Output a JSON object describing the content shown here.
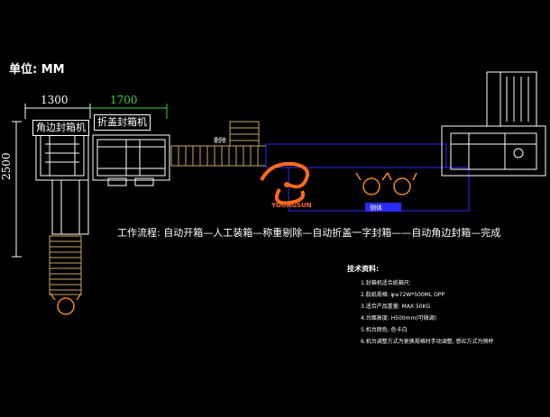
{
  "unit_label": "单位: MM",
  "dimensions": {
    "width_left": "1300",
    "width_folder": "1700",
    "height_left": "2500"
  },
  "machines": {
    "corner_sealer": "角边封箱机",
    "flap_folder_sealer": "折盖封箱机",
    "reject_label": "剔除",
    "side_label": "侧体"
  },
  "brand": {
    "name": "YOUNGSUN"
  },
  "process_text": "工作流程: 自动开箱—人工装箱—称重剔除—自动折盖一字封箱——自动角边封箱—完成",
  "tech": {
    "title": "技术资料:",
    "items": [
      "1.封箱机适合纸箱尺:",
      "2.胶纸规格: φ≤72W*500ML OPP",
      "3.适合产品重量: MAX 50KG",
      "4.台面高度: H500mm(可微调)",
      "5.机台颜色: 色卡白",
      "6.机台调整方式为更换规格时手动调整, 感应方式为侧杯"
    ]
  },
  "colors": {
    "line_white": "#ffffff",
    "conveyor_gold": "#c8a86a",
    "accent_blue": "#2a2aff",
    "dimension_green": "#3ad23a",
    "logo_orange": "#ff6a1a",
    "worker_orange": "#f08a1e"
  }
}
